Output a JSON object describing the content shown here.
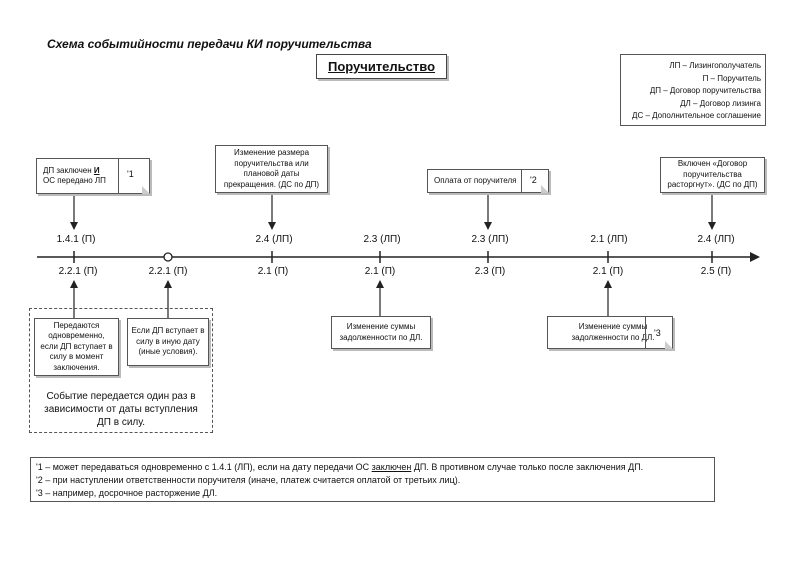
{
  "page_title": "Схема событийности передачи КИ поручительства",
  "diagram_title": "Поручительство",
  "legend": [
    "ЛП – Лизингополучатель",
    "П – Поручитель",
    "ДП – Договор поручительства",
    "ДЛ – Договор лизинга",
    "ДС – Дополнительное соглашение"
  ],
  "top_boxes": {
    "box1_line1_pre": "ДП заключен ",
    "box1_line1_em": "И",
    "box1_line2": "ОС передано ЛП",
    "box1_ref": "'1",
    "box2": [
      "Изменение размера",
      "поручительства или",
      "плановой даты",
      "прекращения. (ДС по ДП)"
    ],
    "box3": "Оплата от поручителя",
    "box3_ref": "'2",
    "box4": [
      "Включен «Договор",
      "поручительства",
      "расторгнут». (ДС по ДП)"
    ]
  },
  "upper_labels": [
    "1.4.1 (П)",
    "2.4 (ЛП)",
    "2.3 (ЛП)",
    "2.3 (ЛП)",
    "2.1 (ЛП)",
    "2.4 (ЛП)"
  ],
  "lower_labels": [
    "2.2.1 (П)",
    "2.2.1 (П)",
    "2.1 (П)",
    "2.1 (П)",
    "2.3 (П)",
    "2.1 (П)",
    "2.5 (П)"
  ],
  "bottom_boxes": {
    "b1": [
      "Передаются",
      "одновременно,",
      "если ДП вступает в",
      "силу в момент",
      "заключения."
    ],
    "b2": [
      "Если ДП вступает в",
      "силу в иную дату",
      "(иные условия)."
    ],
    "b3": [
      "Изменение суммы",
      "задолженности по ДЛ."
    ],
    "b4": [
      "Изменение суммы",
      "задолженности по ДЛ."
    ],
    "b4_ref": "'3"
  },
  "group_caption": "Событие передается один раз в зависимости от даты вступления ДП в силу.",
  "footnotes": {
    "f1_pre": "'1 – может передаваться одновременно с 1.4.1 (ЛП), если на дату передачи ОС ",
    "f1_u": "заключен",
    "f1_post": " ДП. В противном случае только после заключения ДП.",
    "f2": "'2 – при наступлении ответственности поручителя (иначе, платеж считается оплатой от третьих лиц).",
    "f3": "'3 – например, досрочное расторжение ДЛ."
  }
}
